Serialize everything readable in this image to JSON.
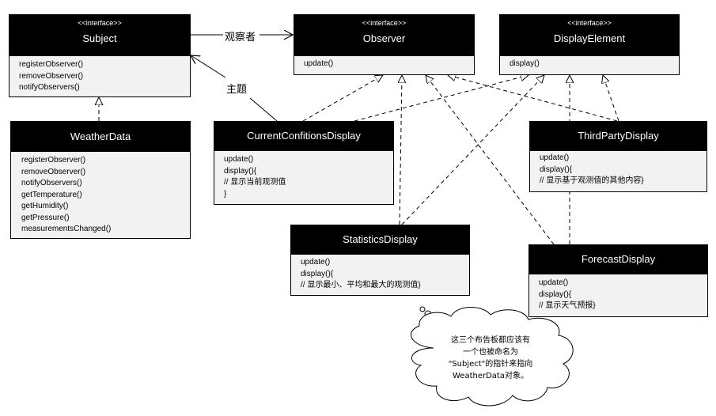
{
  "stereotype": "<<interface>>",
  "subject": {
    "name": "Subject",
    "methods": [
      "registerObserver()",
      "removeObserver()",
      "notifyObservers()"
    ]
  },
  "observer": {
    "name": "Observer",
    "methods": [
      "update()"
    ]
  },
  "display_element": {
    "name": "DisplayElement",
    "methods": [
      "display()"
    ]
  },
  "weather_data": {
    "name": "WeatherData",
    "methods": [
      "registerObserver()",
      "removeObserver()",
      "notifyObservers()",
      "getTemperature()",
      "getHumidity()",
      "getPressure()",
      "measurementsChanged()"
    ]
  },
  "current_conditions": {
    "name": "CurrentConfitionsDisplay",
    "methods": [
      "update()",
      "display(){",
      "// 显示当前观测值",
      "}"
    ]
  },
  "third_party": {
    "name": "ThirdPartyDisplay",
    "methods": [
      "update()",
      "display(){",
      "// 显示基于观测值的其他内容}"
    ]
  },
  "statistics": {
    "name": "StatisticsDisplay",
    "methods": [
      "update()",
      "display(){",
      "// 显示最小、平均和最大的观测值}"
    ]
  },
  "forecast": {
    "name": "ForecastDisplay",
    "methods": [
      "update()",
      "display(){",
      "// 显示天气预报}"
    ]
  },
  "labels": {
    "observer_relation": "观察者",
    "subject_relation": "主题"
  },
  "note": {
    "lines": [
      "这三个布告板都应该有",
      "一个也被命名为",
      "\"Subject\"的指针来指向",
      "WeatherData对象。"
    ]
  }
}
